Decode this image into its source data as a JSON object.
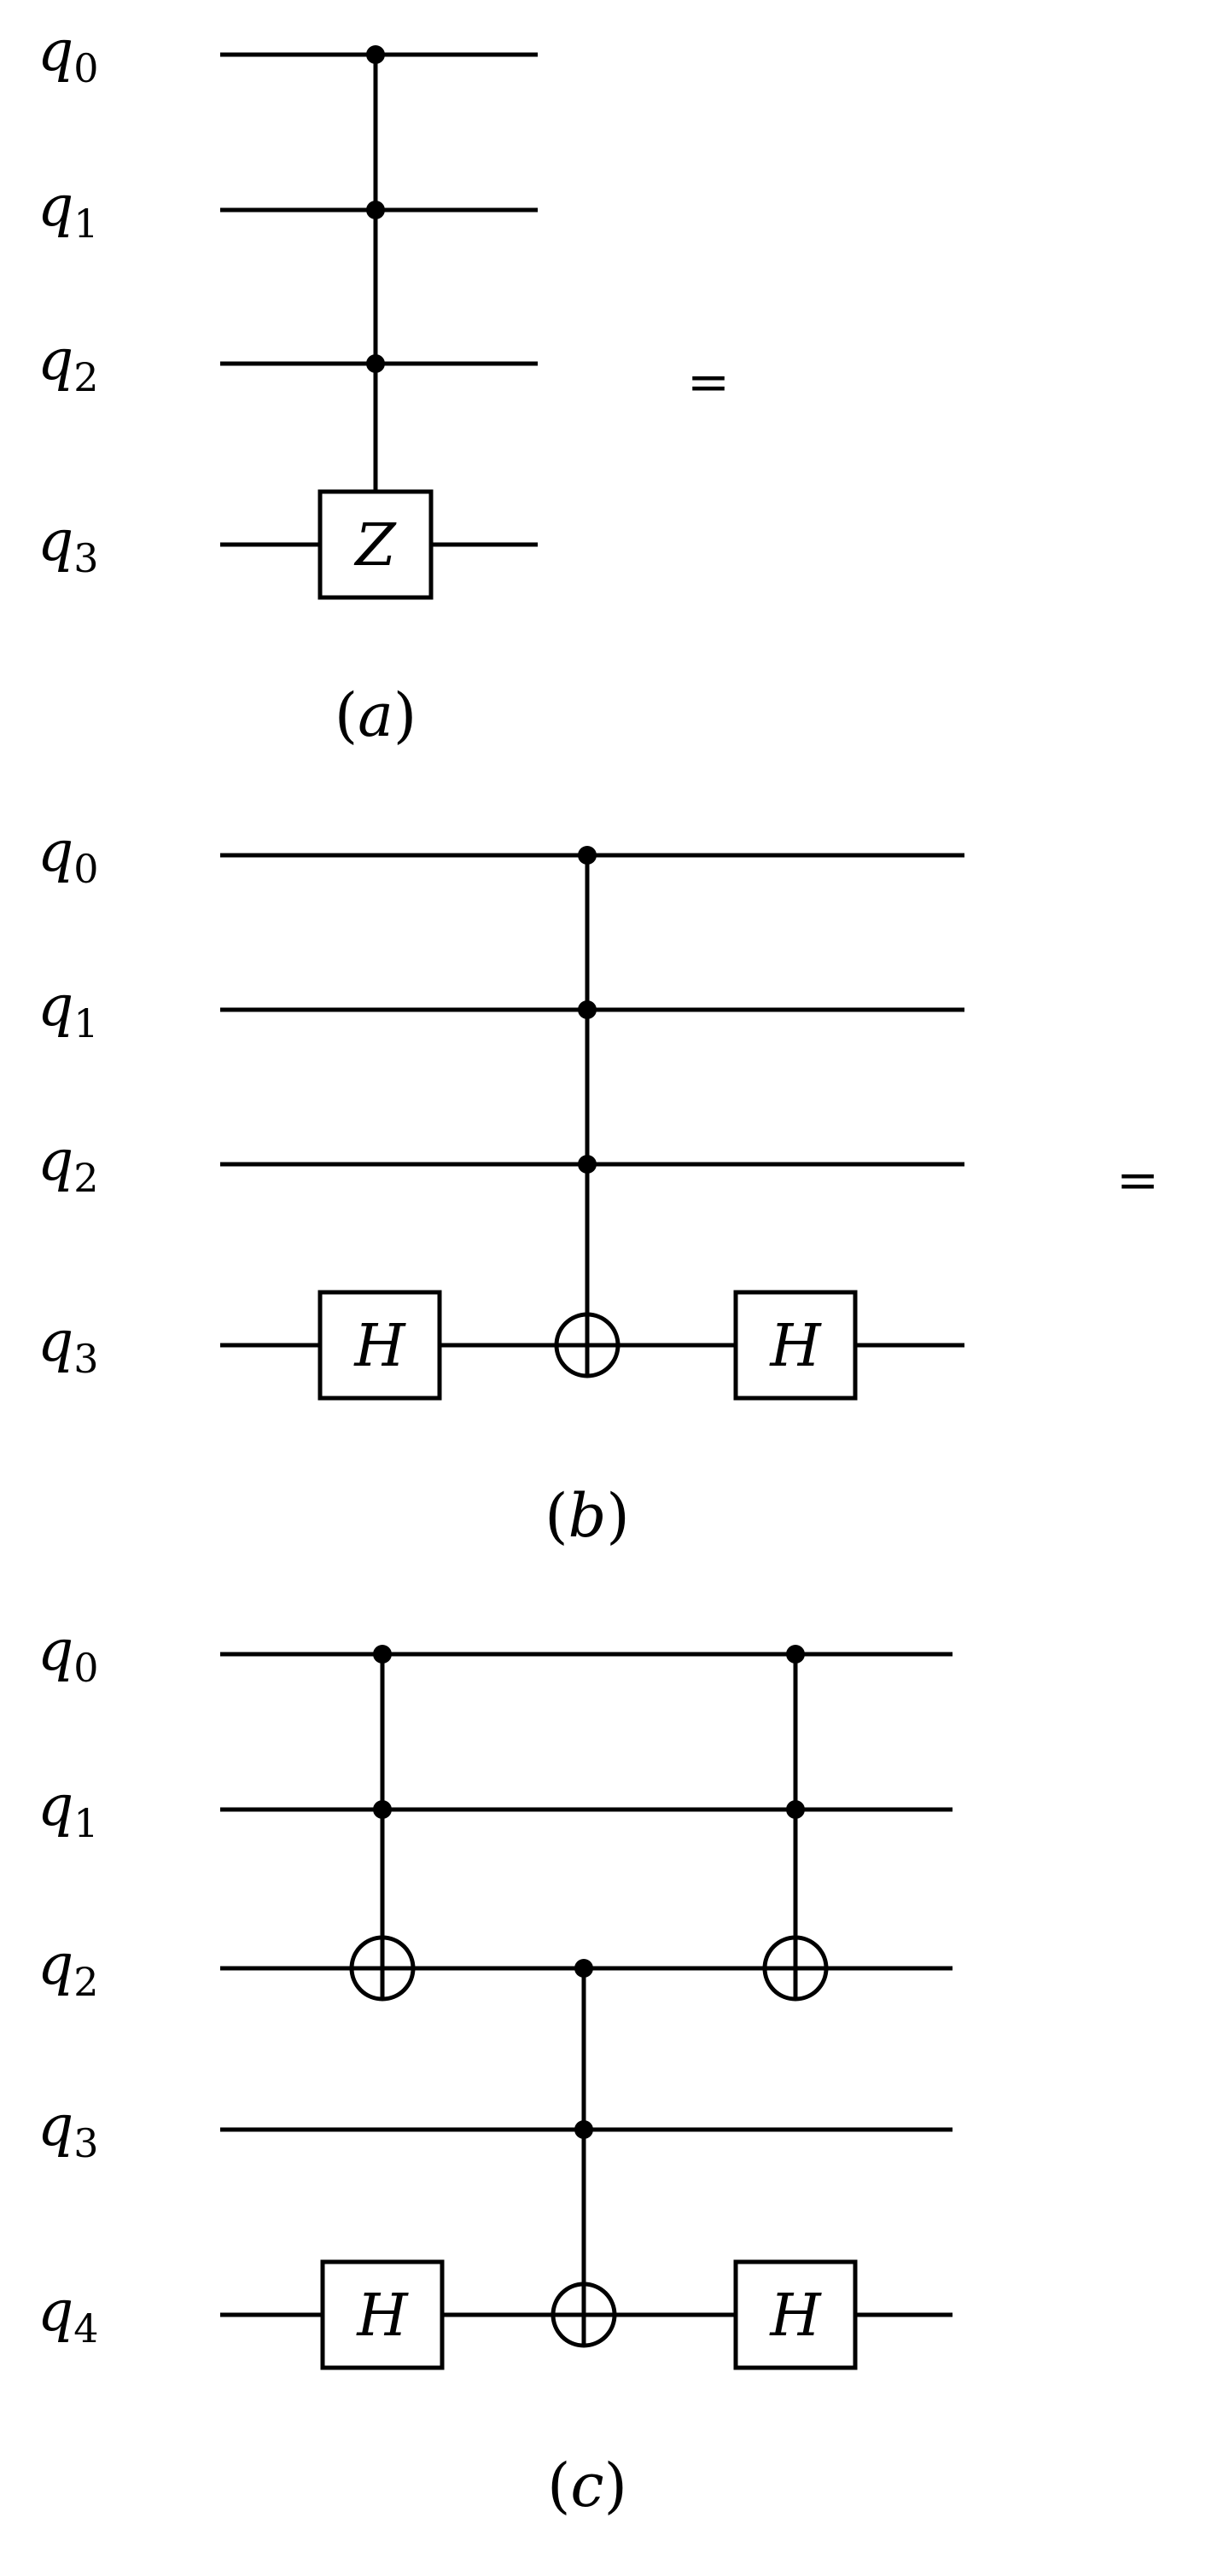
{
  "panels": [
    {
      "id": "a",
      "caption": "(a)",
      "caption_letter": "a",
      "equals": "=",
      "qubits": [
        {
          "letter": "q",
          "index": "0"
        },
        {
          "letter": "q",
          "index": "1"
        },
        {
          "letter": "q",
          "index": "2"
        },
        {
          "letter": "q",
          "index": "3"
        }
      ],
      "gates": [
        {
          "type": "controlled",
          "column": 0,
          "controls": [
            0,
            1,
            2
          ],
          "target": 3,
          "target_kind": "box",
          "label": "Z"
        }
      ]
    },
    {
      "id": "b",
      "caption": "(b)",
      "caption_letter": "b",
      "equals": "=",
      "qubits": [
        {
          "letter": "q",
          "index": "0"
        },
        {
          "letter": "q",
          "index": "1"
        },
        {
          "letter": "q",
          "index": "2"
        },
        {
          "letter": "q",
          "index": "3"
        }
      ],
      "gates": [
        {
          "type": "single",
          "column": 0,
          "target": 3,
          "label": "H"
        },
        {
          "type": "controlled",
          "column": 1,
          "controls": [
            0,
            1,
            2
          ],
          "target": 3,
          "target_kind": "xor"
        },
        {
          "type": "single",
          "column": 2,
          "target": 3,
          "label": "H"
        }
      ]
    },
    {
      "id": "c",
      "caption": "(c)",
      "caption_letter": "c",
      "equals": "",
      "qubits": [
        {
          "letter": "q",
          "index": "0"
        },
        {
          "letter": "q",
          "index": "1"
        },
        {
          "letter": "q",
          "index": "2"
        },
        {
          "letter": "q",
          "index": "3"
        },
        {
          "letter": "q",
          "index": "4"
        }
      ],
      "gates": [
        {
          "type": "single",
          "column": 0,
          "target": 4,
          "label": "H"
        },
        {
          "type": "controlled",
          "column": 0,
          "controls": [
            0,
            1
          ],
          "target": 2,
          "target_kind": "xor"
        },
        {
          "type": "controlled",
          "column": 1,
          "controls": [
            2,
            3
          ],
          "target": 4,
          "target_kind": "xor"
        },
        {
          "type": "controlled",
          "column": 2,
          "controls": [
            0,
            1
          ],
          "target": 2,
          "target_kind": "xor"
        },
        {
          "type": "single",
          "column": 2,
          "target": 4,
          "label": "H"
        }
      ]
    }
  ]
}
